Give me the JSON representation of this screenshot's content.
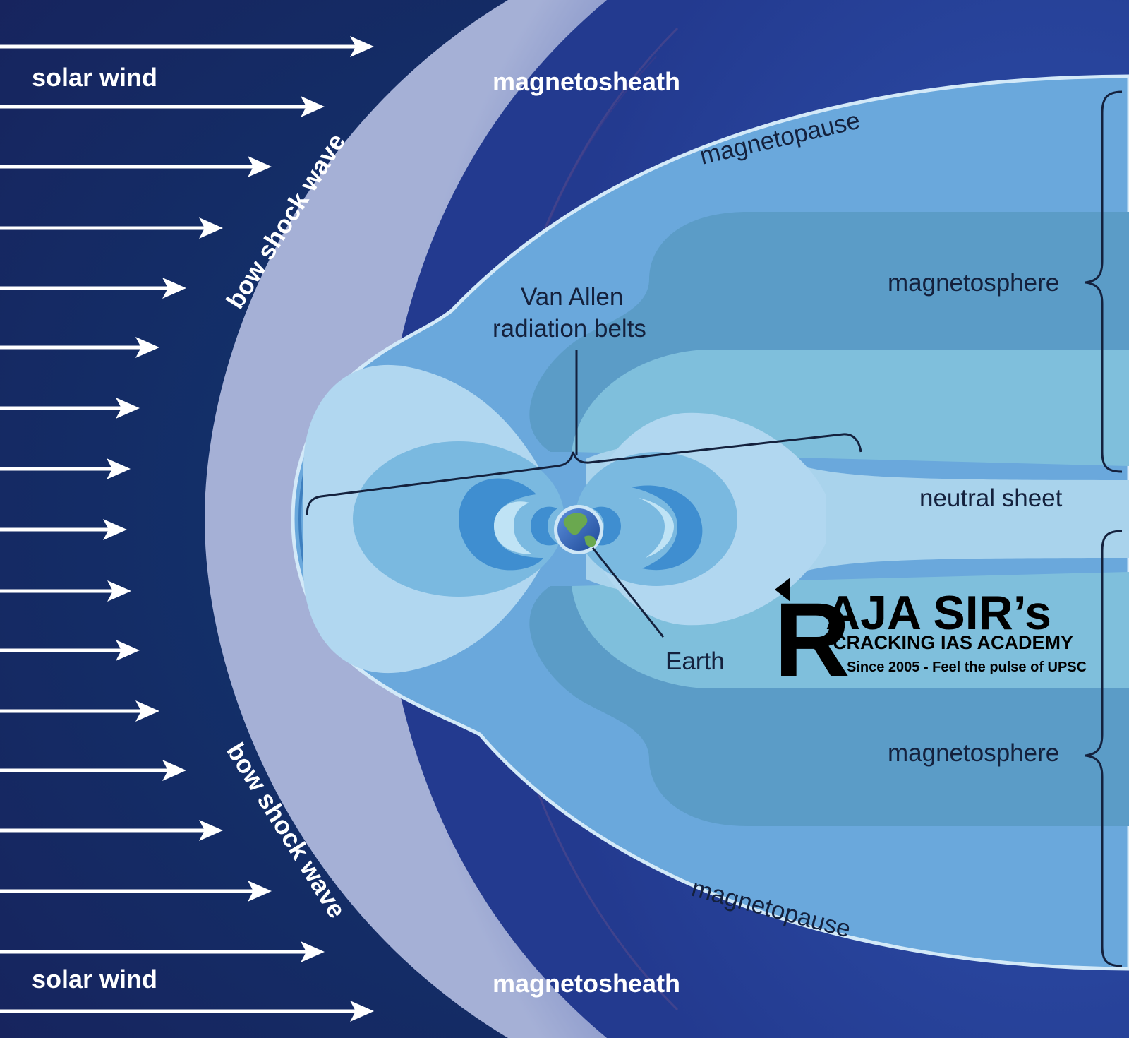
{
  "labels": {
    "solar_wind_top": "solar wind",
    "solar_wind_bottom": "solar wind",
    "bow_shock_top": "bow shock wave",
    "bow_shock_bottom": "bow shock wave",
    "magnetosheath_top": "magnetosheath",
    "magnetosheath_bottom": "magnetosheath",
    "magnetopause_top": "magnetopause",
    "magnetopause_bottom": "magnetopause",
    "magnetosphere_top": "magnetosphere",
    "magnetosphere_bottom": "magnetosphere",
    "van_allen_line1": "Van Allen",
    "van_allen_line2": "radiation belts",
    "neutral_sheet": "neutral sheet",
    "earth": "Earth"
  },
  "watermark": {
    "letter": "R",
    "title": "AJA SIR’s",
    "subtitle": "CRACKING IAS ACADEMY",
    "tagline": "Since 2005 - Feel the pulse of UPSC"
  },
  "colors": {
    "solar_wind_bg": "#17275f",
    "bow_shock": "#8f9fcc",
    "magnetosheath": "#2a3f95",
    "magnetopause_line": "#cfe6f7",
    "magnetosphere_outer": "#6aa8dc",
    "magnetosphere_mid": "#5f9ec8",
    "magnetosphere_inner": "#7fbfdc",
    "belt_light": "#afd6ef",
    "belt_core": "#3f8ed0",
    "earth_ocean": "#2f63b6",
    "earth_land": "#6aa84f"
  }
}
